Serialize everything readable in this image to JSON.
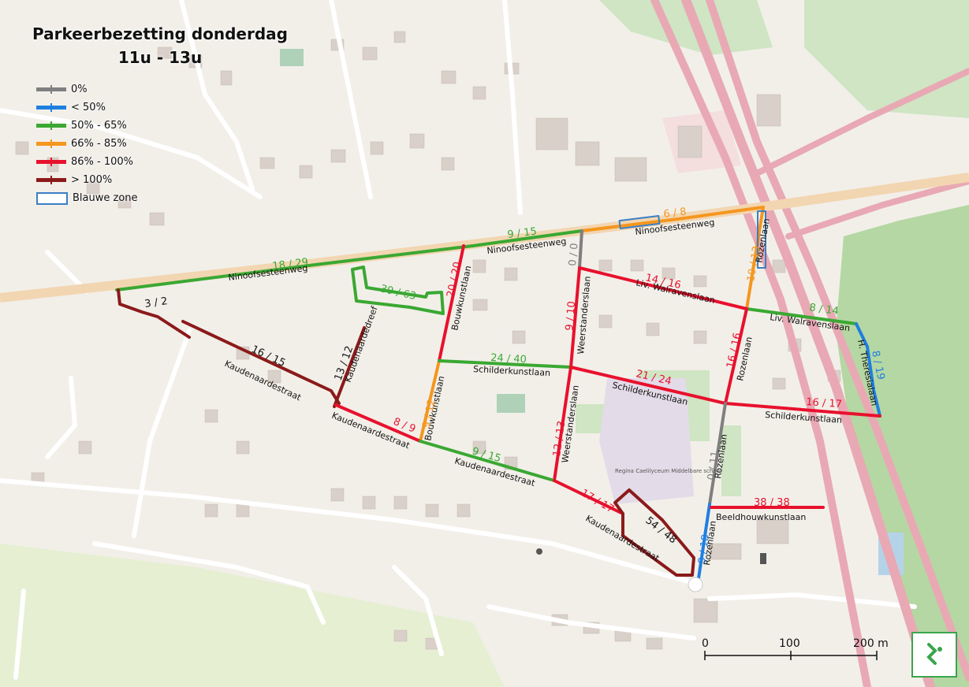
{
  "title": {
    "line1": "Parkeerbezetting donderdag",
    "line2": "11u - 13u"
  },
  "legend": {
    "items": [
      {
        "label": "0%",
        "color": "#7f7f7f"
      },
      {
        "label": "< 50%",
        "color": "#1f7fe0"
      },
      {
        "label": "50% - 65%",
        "color": "#3aa832"
      },
      {
        "label": "66% - 85%",
        "color": "#f5961e"
      },
      {
        "label": "86% - 100%",
        "color": "#e8112d"
      },
      {
        "label": "> 100%",
        "color": "#8b1a1a"
      }
    ],
    "zone_label": "Blauwe zone",
    "zone_color": "#3b7fc4"
  },
  "street_names": {
    "ninoofsesteenweg": "Ninoofsesteenweg",
    "bouwkunstlaan": "Bouwkunstlaan",
    "weerstanderslaan": "Weerstanderslaan",
    "rozenlaan": "Rozenlaan",
    "liv_walravenslaan": "Liv. Walravenslaan",
    "h_theresialaan": "H. Theresialaan",
    "schilderkunstlaan": "Schilderkunstlaan",
    "kaudenaardestraat": "Kaudenaardestraat",
    "kaudenaardedreef": "Kaudenaardedreef",
    "beeldhouwkunstlaan": "Beeldhouwkunstlaan"
  },
  "occupancy_labels": {
    "l_6_8": "6 / 8",
    "l_9_15_top": "9 / 15",
    "l_18_29": "18 / 29",
    "l_39_63": "39 / 63",
    "l_0_0": "0 / 0",
    "l_10_13": "10 / 13",
    "l_20_20": "20 / 20",
    "l_14_16": "14 / 16",
    "l_8_14": "8 / 14",
    "l_9_10": "9 / 10",
    "l_8_19": "8 / 19",
    "l_24_40": "24 / 40",
    "l_16_16": "16 / 16",
    "l_21_24": "21 / 24",
    "l_16_17": "16 / 17",
    "l_3_2": "3 / 2",
    "l_16_15": "16 / 15",
    "l_13_12": "13 / 12",
    "l_9_12": "9 / 12",
    "l_8_9": "8 / 9",
    "l_12_13": "12 / 13",
    "l_9_15_bottom": "9 / 15",
    "l_0_11": "0 / 11",
    "l_17_17": "17 / 17",
    "l_54_48": "54 / 48",
    "l_38_38": "38 / 38",
    "l_9_18": "9 / 18"
  },
  "poi_labels": {
    "school": "Regina Caelilyceum Middelbare school"
  },
  "scale_bar": {
    "label_0": "0",
    "label_100": "100",
    "label_200": "200 m"
  }
}
